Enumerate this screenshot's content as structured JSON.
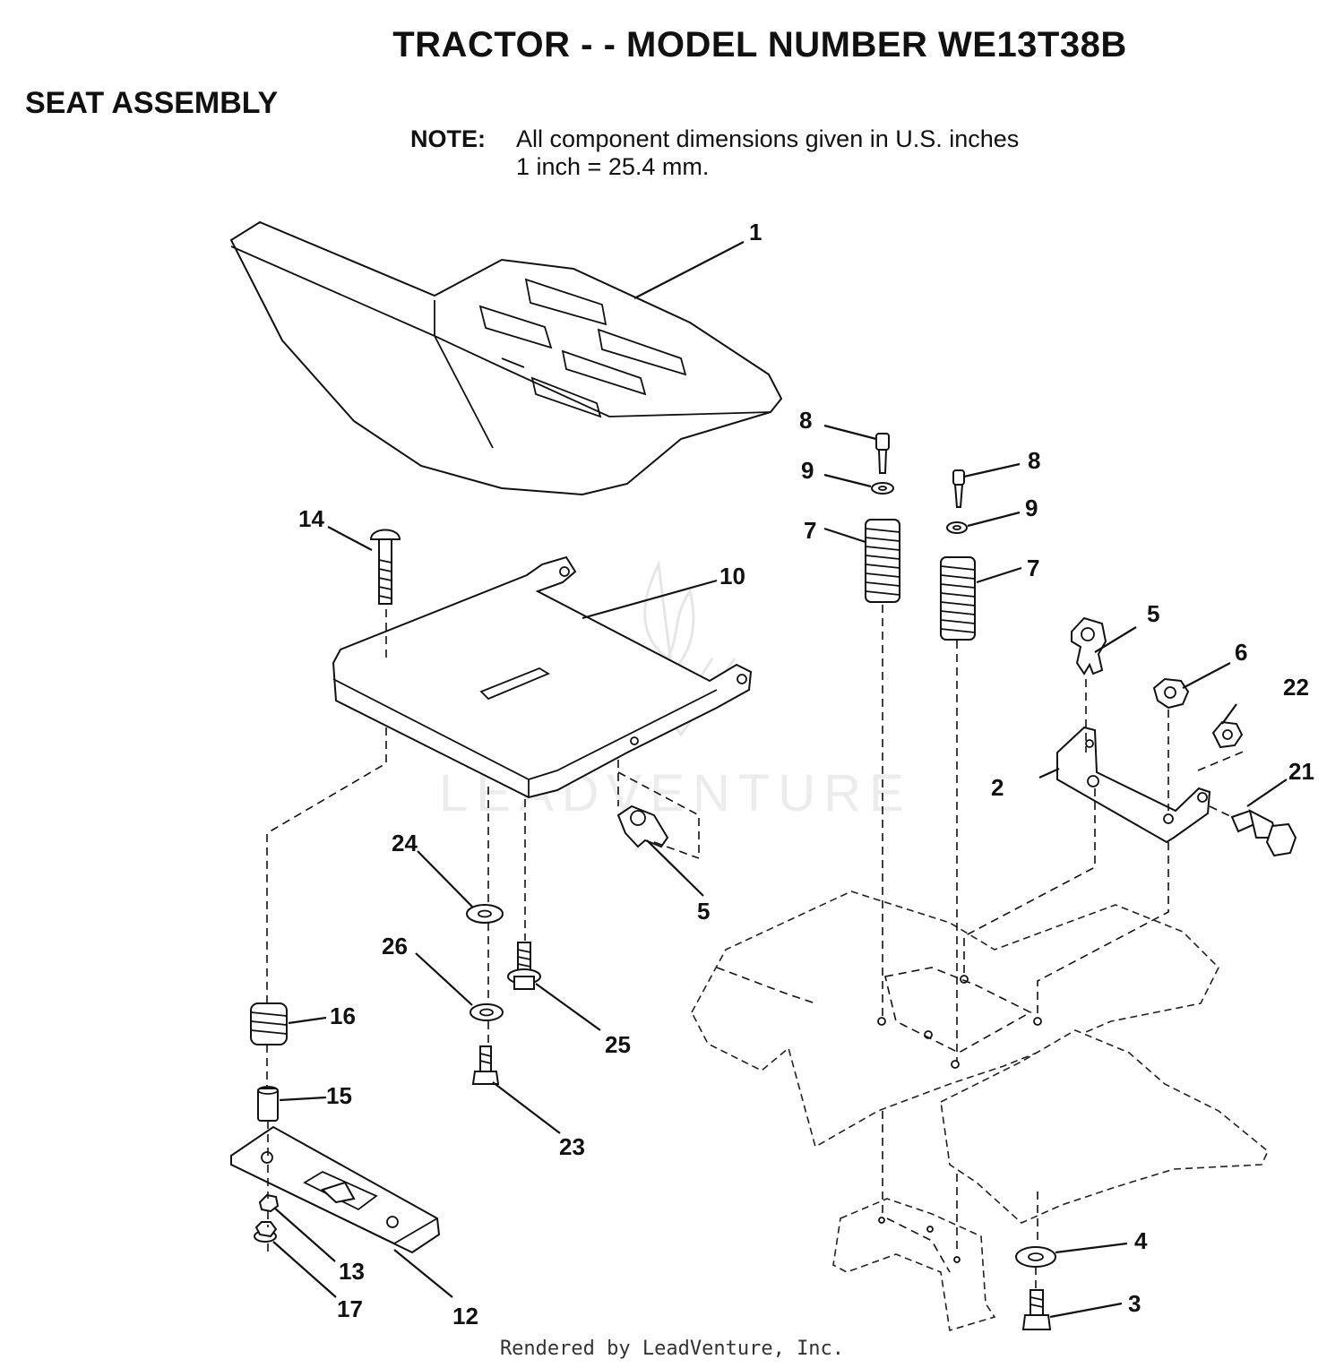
{
  "header": {
    "title": "TRACTOR - - MODEL NUMBER WE13T38B",
    "section": "SEAT ASSEMBLY"
  },
  "note": {
    "label": "NOTE:",
    "line1": "All component dimensions given in U.S. inches",
    "line2": "1 inch = 25.4 mm."
  },
  "watermark": "LEADVENTURE",
  "footer": "Rendered by LeadVenture, Inc.",
  "callouts": {
    "c1": "1",
    "c2": "2",
    "c3": "3",
    "c4": "4",
    "c5a": "5",
    "c5b": "5",
    "c6": "6",
    "c7a": "7",
    "c7b": "7",
    "c8a": "8",
    "c8b": "8",
    "c9a": "9",
    "c9b": "9",
    "c10": "10",
    "c12": "12",
    "c13": "13",
    "c14": "14",
    "c15": "15",
    "c16": "16",
    "c17": "17",
    "c21": "21",
    "c22": "22",
    "c23": "23",
    "c24": "24",
    "c25": "25",
    "c26": "26"
  }
}
